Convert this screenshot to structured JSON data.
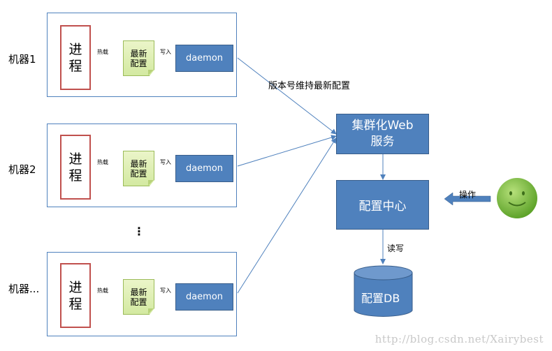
{
  "machines": [
    {
      "label": "机器1",
      "process": "进\n程",
      "config": "最新\n配置",
      "load": "热载",
      "write": "写入",
      "daemon": "daemon"
    },
    {
      "label": "机器2",
      "process": "进\n程",
      "config": "最新\n配置",
      "load": "热载",
      "write": "写入",
      "daemon": "daemon"
    },
    {
      "label": "机器...",
      "process": "进\n程",
      "config": "最新\n配置",
      "load": "热载",
      "write": "写入",
      "daemon": "daemon"
    }
  ],
  "ellipsis": "⋮",
  "version_label": "版本号维持最新配置",
  "web_service": "集群化Web\n服务",
  "config_center": "配置中心",
  "operate_label": "操作",
  "read_write_label": "读写",
  "db_label": "配置DB",
  "watermark": "http://blog.csdn.net/Xairybest",
  "colors": {
    "accent": "#4f81bd",
    "process_border": "#c0504d",
    "note": "#d7eaa8",
    "smiley": "#7ac143"
  }
}
